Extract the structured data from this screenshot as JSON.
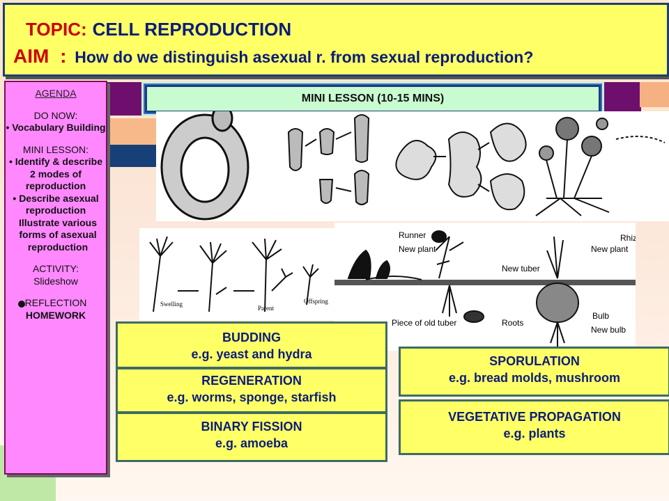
{
  "title": {
    "topic_label": "TOPIC:",
    "topic_value": "CELL REPRODUCTION",
    "aim_label": "AIM",
    "aim_sep": ":",
    "aim_value": "How do we  distinguish asexual r. from sexual reproduction?"
  },
  "agenda": {
    "heading": "AGENDA",
    "do_now_label": "DO NOW:",
    "do_now_items": [
      "Vocabulary Building"
    ],
    "mini_lesson_label": "MINI LESSON:",
    "mini_lesson_items": [
      "Identify & describe 2 modes of reproduction",
      "Describe asexual reproduction",
      "Illustrate various forms of asexual reproduction"
    ],
    "activity_label": "ACTIVITY:",
    "activity_value": "Slideshow",
    "reflection": "REFLECTION",
    "homework": "HOMEWORK"
  },
  "banner": {
    "label": "MINI LESSON (10-15 MINS)"
  },
  "figure_labels": {
    "hydra_swelling": "Swelling",
    "hydra_parent": "Parent",
    "hydra_offspring": "Offspring",
    "plant_runner": "Runner",
    "plant_new_plant_1": "New plant",
    "plant_new_tuber": "New tuber",
    "plant_new_plant_2": "New plant",
    "plant_rhiz": "Rhiz",
    "plant_bulb": "Bulb",
    "plant_new_bulb": "New bulb",
    "plant_roots": "Roots",
    "plant_old_tuber": "Piece of old tuber"
  },
  "boxes": {
    "budding": {
      "title": "BUDDING",
      "example": "e.g. yeast and hydra"
    },
    "regeneration": {
      "title": "REGENERATION",
      "example": "e.g. worms, sponge, starfish"
    },
    "binary_fission": {
      "title": "BINARY FISSION",
      "example": "e.g. amoeba"
    },
    "sporulation": {
      "title": "SPORULATION",
      "example": "e.g. bread molds, mushroom"
    },
    "vegetative": {
      "title": "VEGETATIVE PROPAGATION",
      "example": "e.g. plants"
    }
  },
  "colors": {
    "title_bg": "#ffff66",
    "title_red": "#cc0000",
    "title_navy": "#0b1d78",
    "agenda_bg": "#ff88ff",
    "banner_bg": "#c9fbd0",
    "box_border": "#3d6b63"
  }
}
